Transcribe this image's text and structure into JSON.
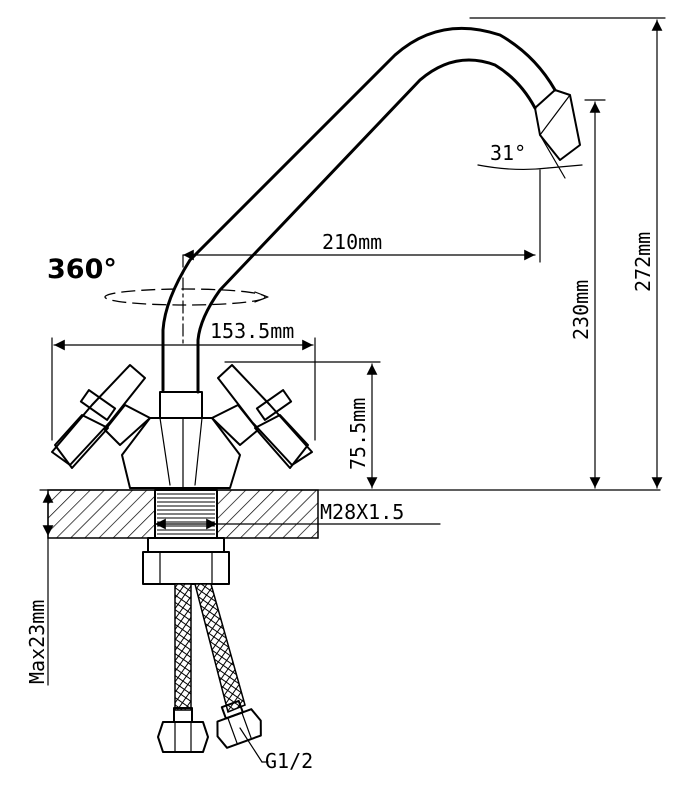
{
  "dimensions": {
    "rotation": "360°",
    "spout_reach": "210mm",
    "spout_height": "230mm",
    "total_height": "272mm",
    "handle_span": "153.5mm",
    "body_height": "75.5mm",
    "spout_angle": "31°",
    "thread": "M28X1.5",
    "max_counter_thickness": "Max23mm",
    "hose_connection": "G1/2"
  },
  "colors": {
    "line": "#000000",
    "background": "#ffffff"
  }
}
